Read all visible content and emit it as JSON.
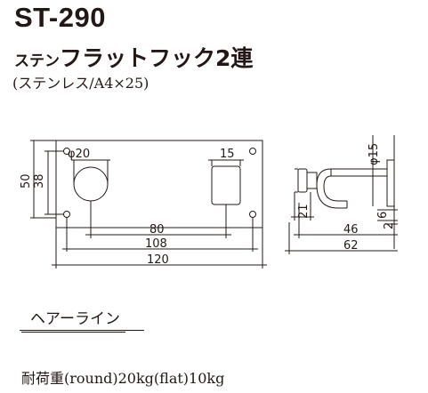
{
  "product": {
    "model": "ST-290",
    "name_prefix": "ステン",
    "name_main": "フラットフック2連",
    "material": "(ステンレス/A4×25)",
    "finish": "ヘアーライン",
    "load_capacity": "耐荷重(round)20kg(flat)10kg"
  },
  "dimensions": {
    "hole_diameter": "φ20",
    "slot_width": "15",
    "plate_height": "50",
    "inner_height": "38",
    "hole_spacing": "80",
    "outer_spacing": "108",
    "plate_width": "120",
    "side_diameter": "φ15",
    "side_21": "21",
    "side_46": "46",
    "side_62": "62",
    "side_6": "6",
    "side_2": "2"
  }
}
